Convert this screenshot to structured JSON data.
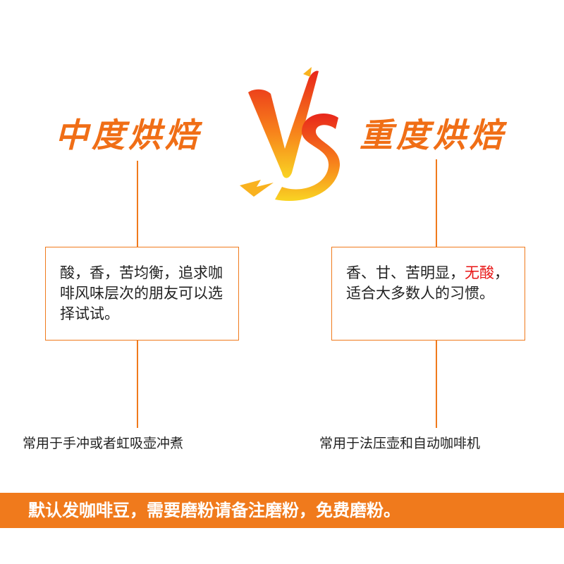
{
  "left": {
    "title": "中度烘焙",
    "desc": "酸，香，苦均衡，追求咖啡风味层次的朋友可以选择试试。",
    "usage": "常用于手冲或者虹吸壶冲煮"
  },
  "vs": {
    "label": "VS"
  },
  "right": {
    "title": "重度烘焙",
    "desc_part1": "香、甘、苦明显，",
    "desc_highlight": "无酸",
    "desc_part2": "，适合大多数人的习惯。",
    "usage": "常用于法压壶和自动咖啡机"
  },
  "banner": {
    "text": "默认发咖啡豆，需要磨粉请备注磨粉，免费磨粉。"
  },
  "colors": {
    "accent": "#f07a1c",
    "title": "#f06e16",
    "highlight": "#e81515",
    "vs_gradient": [
      "#f9d423",
      "#f77f1b",
      "#e8261b"
    ]
  }
}
